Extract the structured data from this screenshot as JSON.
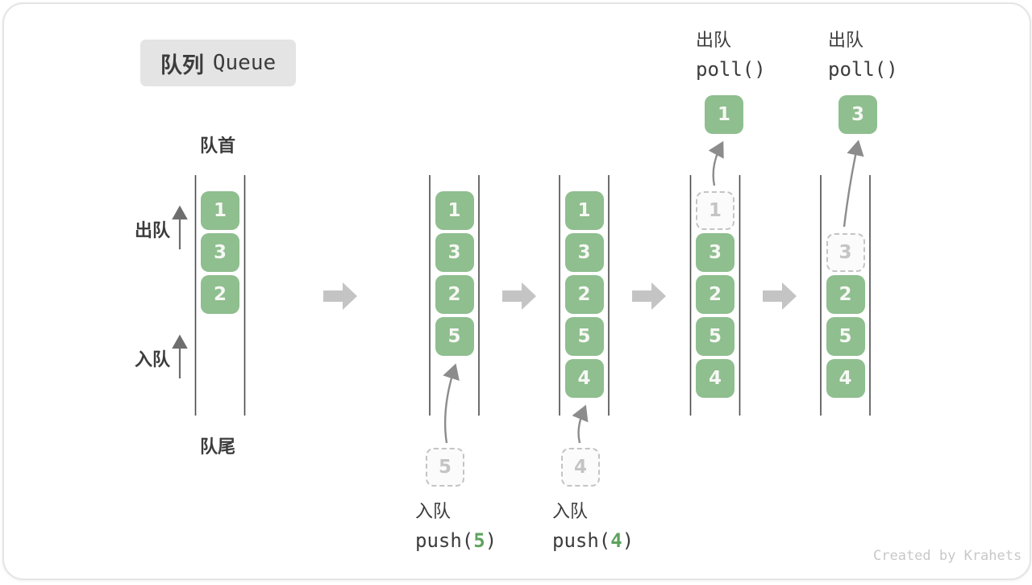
{
  "title": {
    "cn": "队列",
    "en": "Queue"
  },
  "labels": {
    "front": "队首",
    "rear": "队尾",
    "dequeue_side": "出队",
    "enqueue_side": "入队"
  },
  "colors": {
    "green": "#8fbe8f",
    "boxtext": "#f6f8f4",
    "codegreen": "#5fa25f",
    "dashed": "#c4c4c4",
    "line": "#4a4a4a",
    "text": "#3c3c3c",
    "blockarrow": "#c4c4c4",
    "thinarrow": "#6e6e6e",
    "curvearrow": "#8c8c8c",
    "badge": "#e4e4e4",
    "watermark": "#c8c8c8"
  },
  "icons": {
    "step_arrow": "right-block-arrow-icon",
    "up_arrow": "up-arrow-icon"
  },
  "queues": [
    {
      "name": "state-initial",
      "slots": [
        {
          "slot": 0,
          "value": "1",
          "style": "green"
        },
        {
          "slot": 1,
          "value": "3",
          "style": "green"
        },
        {
          "slot": 2,
          "value": "2",
          "style": "green"
        }
      ]
    },
    {
      "name": "state-after-push-5",
      "slots": [
        {
          "slot": 0,
          "value": "1",
          "style": "green"
        },
        {
          "slot": 1,
          "value": "3",
          "style": "green"
        },
        {
          "slot": 2,
          "value": "2",
          "style": "green"
        },
        {
          "slot": 3,
          "value": "5",
          "style": "green"
        }
      ],
      "incoming": {
        "value": "5"
      },
      "op": {
        "position": "bottom",
        "label": "入队",
        "pre": "push(",
        "arg": "5",
        "post": ")"
      }
    },
    {
      "name": "state-after-push-4",
      "slots": [
        {
          "slot": 0,
          "value": "1",
          "style": "green"
        },
        {
          "slot": 1,
          "value": "3",
          "style": "green"
        },
        {
          "slot": 2,
          "value": "2",
          "style": "green"
        },
        {
          "slot": 3,
          "value": "5",
          "style": "green"
        },
        {
          "slot": 4,
          "value": "4",
          "style": "green"
        }
      ],
      "incoming": {
        "value": "4"
      },
      "op": {
        "position": "bottom",
        "label": "入队",
        "pre": "push(",
        "arg": "4",
        "post": ")"
      }
    },
    {
      "name": "state-after-poll-1",
      "slots": [
        {
          "slot": 0,
          "value": "1",
          "style": "dashed"
        },
        {
          "slot": 1,
          "value": "3",
          "style": "green"
        },
        {
          "slot": 2,
          "value": "2",
          "style": "green"
        },
        {
          "slot": 3,
          "value": "5",
          "style": "green"
        },
        {
          "slot": 4,
          "value": "4",
          "style": "green"
        }
      ],
      "popped": {
        "value": "1"
      },
      "op": {
        "position": "top",
        "label": "出队",
        "pre": "poll()",
        "arg": "",
        "post": ""
      }
    },
    {
      "name": "state-after-poll-3",
      "slots": [
        {
          "slot": 1,
          "value": "3",
          "style": "dashed"
        },
        {
          "slot": 2,
          "value": "2",
          "style": "green"
        },
        {
          "slot": 3,
          "value": "5",
          "style": "green"
        },
        {
          "slot": 4,
          "value": "4",
          "style": "green"
        }
      ],
      "popped": {
        "value": "3"
      },
      "op": {
        "position": "top",
        "label": "出队",
        "pre": "poll()",
        "arg": "",
        "post": ""
      }
    }
  ],
  "watermark": "Created by Krahets"
}
